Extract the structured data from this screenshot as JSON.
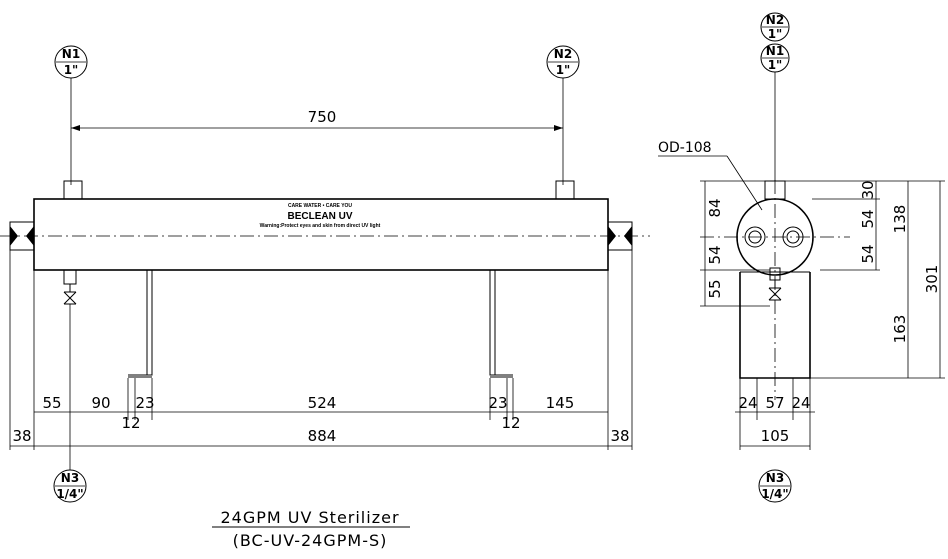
{
  "title": {
    "line1": "24GPM UV Sterilizer",
    "line2": "(BC-UV-24GPM-S)"
  },
  "label_plate": {
    "tagline": "CARE WATER • CARE YOU",
    "brand": "BECLEAN UV",
    "warning": "Warning:Protect eyes and skin from direct UV light"
  },
  "nozzles": {
    "n1": {
      "id": "N1",
      "size": "1\""
    },
    "n2": {
      "id": "N2",
      "size": "1\""
    },
    "n3": {
      "id": "N3",
      "size": "1/4\""
    }
  },
  "front_view": {
    "dims": {
      "nozzle_spacing": "750",
      "d55": "55",
      "d90": "90",
      "d23_left": "23",
      "d12_left": "12",
      "d524": "524",
      "d23_right": "23",
      "d12_right": "12",
      "d145": "145",
      "d38_left": "38",
      "d884": "884",
      "d38_right": "38"
    }
  },
  "side_view": {
    "od_label": "OD-108",
    "dims": {
      "d84": "84",
      "d54_left": "54",
      "d55": "55",
      "d30": "30",
      "d54_a": "54",
      "d54_b": "54",
      "d138": "138",
      "d163": "163",
      "d301": "301",
      "d24_left": "24",
      "d57": "57",
      "d24_right": "24",
      "d105": "105"
    }
  },
  "colors": {
    "line": "#000000",
    "background": "#ffffff"
  }
}
